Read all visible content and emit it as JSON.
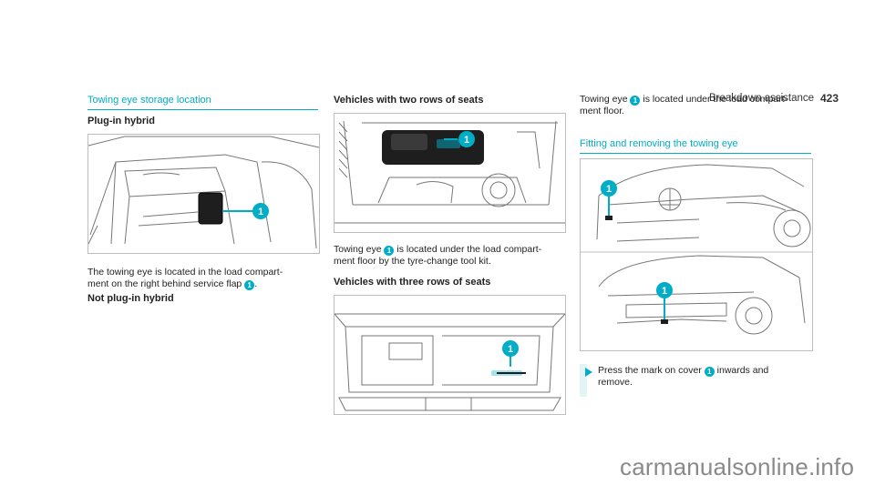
{
  "header": {
    "section": "Breakdown assistance",
    "page_number": "423"
  },
  "col1": {
    "heading": "Towing eye storage location",
    "sub1": "Plug-in hybrid",
    "text1_a": "The towing eye is located in the load compart-",
    "text1_b": "ment on the right behind service flap",
    "text1_end": ".",
    "sub2": "Not plug-in hybrid"
  },
  "col2": {
    "sub1": "Vehicles with two rows of seats",
    "text1_a": "Towing eye",
    "text1_b": "is located under the load compart-",
    "text1_c": "ment floor by the tyre-change tool kit.",
    "sub2": "Vehicles with three rows of seats"
  },
  "col3": {
    "text1_a": "Towing eye",
    "text1_b": "is located under the load compart-",
    "text1_c": "ment floor.",
    "heading": "Fitting and removing the towing eye",
    "step_a": "Press the mark on cover",
    "step_b": "inwards and",
    "step_c": "remove."
  },
  "callout_label": "1",
  "watermark": "carmanualsonline.info",
  "colors": {
    "accent": "#00adc6",
    "text": "#1a1a1a",
    "figure_border": "#bdbdbd"
  }
}
